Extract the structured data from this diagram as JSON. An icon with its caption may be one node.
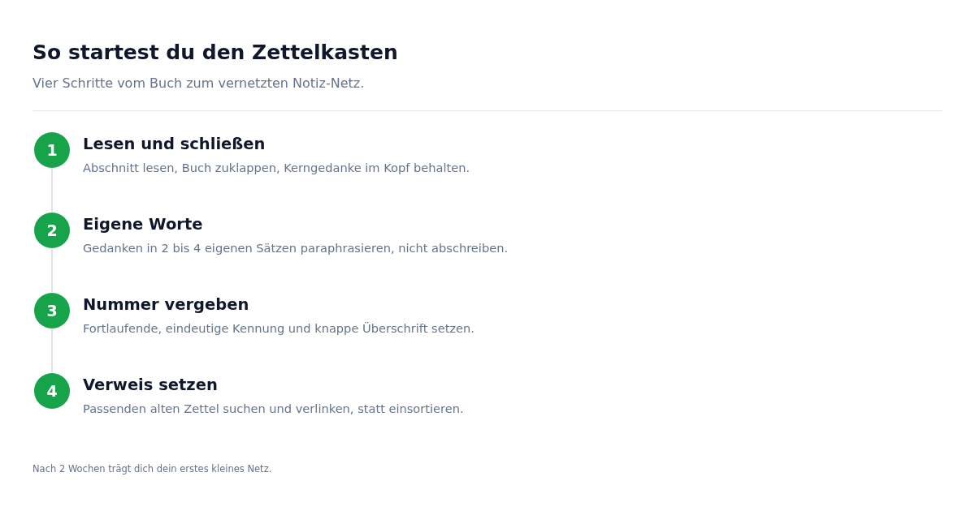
{
  "diagram": {
    "title": "So startest du den Zettelkasten",
    "labels": [
      "Vier Schritte vom Buch zum vernetzten Notiz-Netz."
    ],
    "nodes": [
      {
        "text": [
          "1"
        ],
        "beside": [
          "Lesen und schließen",
          "Abschnitt lesen, Buch zuklappen, Kerngedanke im Kopf behalten."
        ]
      },
      {
        "text": [
          "2"
        ],
        "beside": [
          "Eigene Worte",
          "Gedanken in 2 bis 4 eigenen Sätzen paraphrasieren, nicht abschreiben."
        ]
      },
      {
        "text": [
          "3"
        ],
        "beside": [
          "Nummer vergeben",
          "Fortlaufende, eindeutige Kennung und knappe Überschrift setzen."
        ]
      },
      {
        "text": [
          "4"
        ],
        "beside": [
          "Verweis setzen",
          "Passenden alten Zettel suchen und verlinken, statt einsortieren."
        ]
      }
    ],
    "edges": [
      {
        "from": 0,
        "to": 1,
        "arrow": "none"
      },
      {
        "from": 1,
        "to": 2,
        "arrow": "none"
      },
      {
        "from": 2,
        "to": 3,
        "arrow": "none"
      }
    ],
    "caption": "Nach 2 Wochen trägt dich dein erstes kleines Netz."
  }
}
